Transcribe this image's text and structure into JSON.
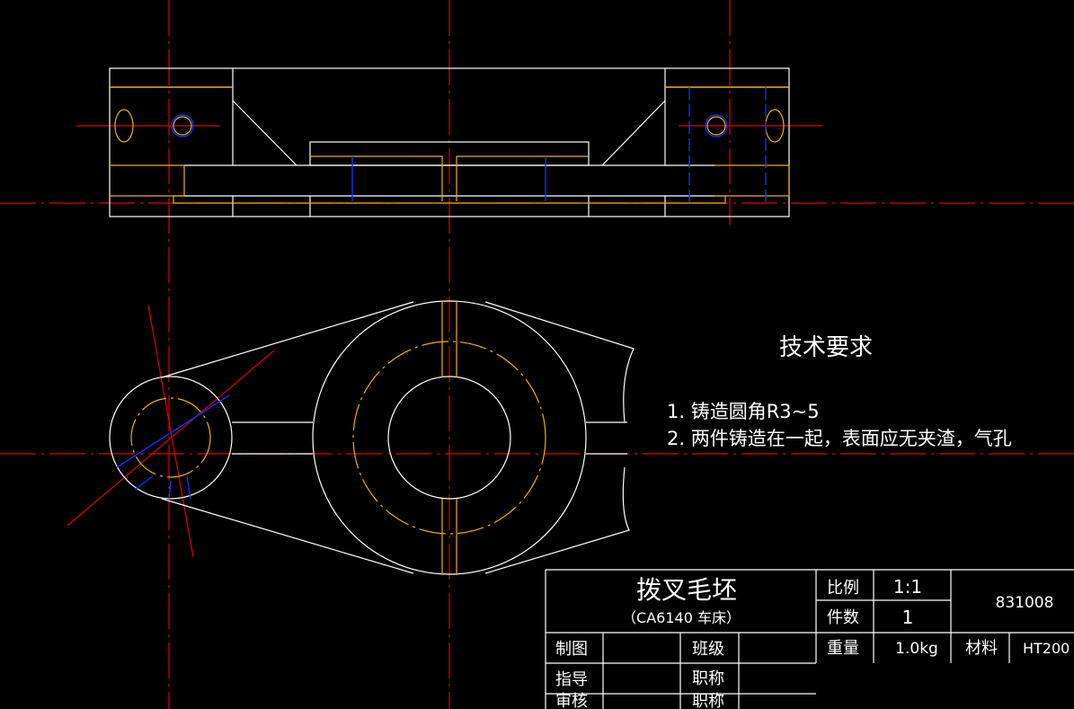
{
  "tech_requirements": {
    "title": "技术要求",
    "items": [
      "1. 铸造圆角R3~5",
      "2. 两件铸造在一起，表面应无夹渣，气孔"
    ]
  },
  "title_block": {
    "part_name": "拨叉毛坯",
    "subtitle": "（CA6140 车床）",
    "scale_label": "比例",
    "scale_value": "1:1",
    "qty_label": "件数",
    "qty_value": "1",
    "drawing_no": "831008",
    "weight_label": "重量",
    "weight_value": "1.0kg",
    "material_label": "材料",
    "material_value": "HT200",
    "drawn_label": "制图",
    "class_label": "班级",
    "guide_label": "指导",
    "title1_label": "职称",
    "review_label": "审核",
    "title2_label": "职称"
  }
}
